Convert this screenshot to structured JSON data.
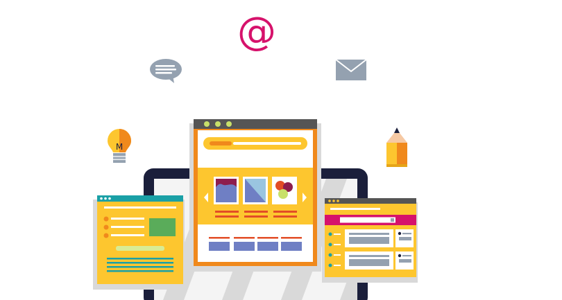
{
  "illustration": {
    "symbols": {
      "at_sign": "@",
      "lightbulb_letter": "M"
    },
    "icons": [
      "at-sign-icon",
      "speech-bubble-icon",
      "envelope-icon",
      "lightbulb-icon",
      "pencil-icon",
      "monitor",
      "browser-window-center",
      "browser-window-left",
      "browser-window-right"
    ],
    "colors": {
      "yellow": "#fdc62f",
      "orange": "#f0891c",
      "magenta": "#d6126b",
      "dark_gray": "#555555",
      "navy": "#1b1f3b",
      "slate_blue": "#6f7fc4",
      "teal": "#1aa0a6",
      "green": "#5aac5a",
      "gray_blue": "#94a1b0"
    }
  }
}
